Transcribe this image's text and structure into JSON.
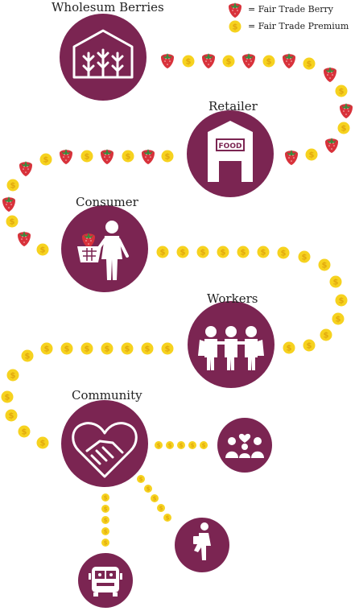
{
  "legend": {
    "berry_label": "= Fair Trade Berry",
    "coin_label": "= Fair Trade Premium"
  },
  "nodes": {
    "farm": "Wholesum Berries",
    "retailer": "Retailer",
    "consumer": "Consumer",
    "workers": "Workers",
    "community": "Community"
  },
  "store_sign": "FOOD",
  "colors": {
    "node": "#7b2552",
    "berry": "#d8323b",
    "berry_leaf": "#3a8a3c",
    "coin": "#f6d21f",
    "coin_mark": "#e2a90f"
  },
  "icons": {
    "farm": "greenhouse-icon",
    "retailer": "store-icon",
    "consumer": "shopper-icon",
    "workers": "workers-icon",
    "community": "handshake-heart-icon",
    "family": "family-icon",
    "education": "student-icon",
    "transport": "school-bus-icon"
  }
}
